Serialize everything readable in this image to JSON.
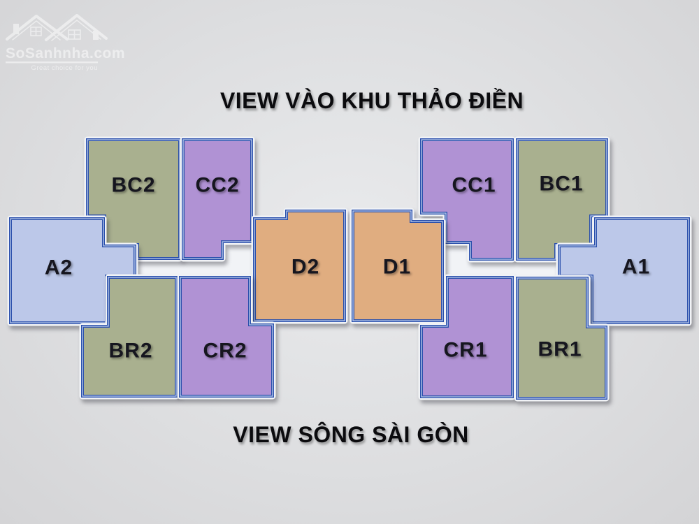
{
  "page": {
    "background_center": "#e9eaec",
    "background_edge": "#d4d4d6",
    "corridor_color": "#f1f3f6",
    "border_color": "#2b50ac",
    "label_color": "#16161f"
  },
  "logo": {
    "brand": "SoSanhnha.com",
    "tagline": "Great choice for you"
  },
  "titles": {
    "top": "VIEW VÀO KHU THẢO ĐIỀN",
    "bottom": "VIEW SÔNG SÀI GÒN"
  },
  "blocks": [
    {
      "id": "BC2",
      "label": "BC2",
      "color": "#a9b08f"
    },
    {
      "id": "CC2",
      "label": "CC2",
      "color": "#b092d4"
    },
    {
      "id": "CC1",
      "label": "CC1",
      "color": "#b092d4"
    },
    {
      "id": "BC1",
      "label": "BC1",
      "color": "#a9b08f"
    },
    {
      "id": "A2",
      "label": "A2",
      "color": "#bcc8e9"
    },
    {
      "id": "D2",
      "label": "D2",
      "color": "#e0ad80"
    },
    {
      "id": "D1",
      "label": "D1",
      "color": "#e0ad80"
    },
    {
      "id": "A1",
      "label": "A1",
      "color": "#bcc8e9"
    },
    {
      "id": "BR2",
      "label": "BR2",
      "color": "#a9b08f"
    },
    {
      "id": "CR2",
      "label": "CR2",
      "color": "#b092d4"
    },
    {
      "id": "CR1",
      "label": "CR1",
      "color": "#b092d4"
    },
    {
      "id": "BR1",
      "label": "BR1",
      "color": "#a9b08f"
    }
  ]
}
